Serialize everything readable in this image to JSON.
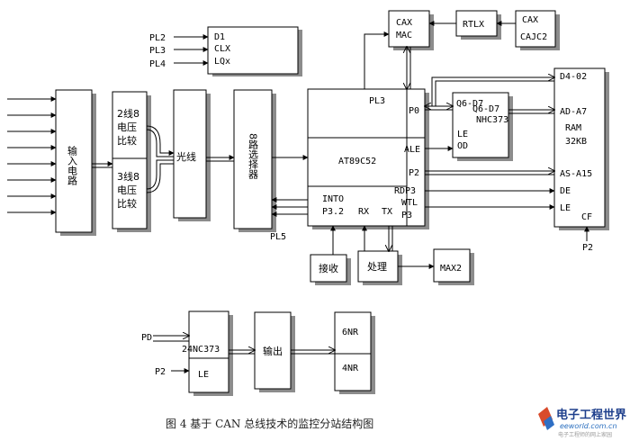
{
  "caption": "图 4   基于 CAN 总线技术的监控分站结构图",
  "signals": {
    "pl2": "PL2",
    "pl3": "PL3",
    "pl4": "PL4",
    "pl5": "PL5",
    "p2_ram": "P2",
    "pd": "PD",
    "p2_bottom": "P2"
  },
  "latch": {
    "d1": "D1",
    "clx": "CLX",
    "lqx": "LQx"
  },
  "blocks": {
    "input_circuit": "输入电路",
    "compare2_l1": "2线8",
    "compare2_l2": "电压",
    "compare2_l3": "比较",
    "compare3_l1": "3线8",
    "compare3_l2": "电压",
    "compare3_l3": "比较",
    "optical": "光线",
    "selector": "8路选择器",
    "receive": "接收",
    "process": "处理",
    "max2": "MAX2",
    "chip_24nc373": "24NC373",
    "chip_le": "LE",
    "output": "输出",
    "relay_6nr": "6NR",
    "relay_4nr": "4NR"
  },
  "mcu": {
    "pl3": "PL3",
    "name": "AT89C52",
    "into": "INTO",
    "p32": "P3.2",
    "rx": "RX",
    "tx": "TX",
    "p0": "P0",
    "ale": "ALE",
    "p2": "P2",
    "rdp3": "RDP3",
    "wtl": "WTL",
    "p3": "P3"
  },
  "can": {
    "mac_l1": "CAX",
    "mac_l2": "MAC",
    "rtlx": "RTLX",
    "trx_l1": "CAX",
    "trx_l2": "CAJC2"
  },
  "latch373": {
    "q_out": "Q6-D7",
    "q_in": "Q6-D7",
    "chip": "NHC373",
    "le": "LE",
    "od": "OD"
  },
  "ram": {
    "data": "D4-02",
    "addr_low": "AD-A7",
    "name": "RAM",
    "size": "32KB",
    "addr_high": "AS-A15",
    "de": "DE",
    "le": "LE",
    "cf": "CF"
  },
  "logo": {
    "title": "电子工程世界",
    "url": "eeworld.com.cn",
    "slogan": "电子工程师的网上家园"
  }
}
